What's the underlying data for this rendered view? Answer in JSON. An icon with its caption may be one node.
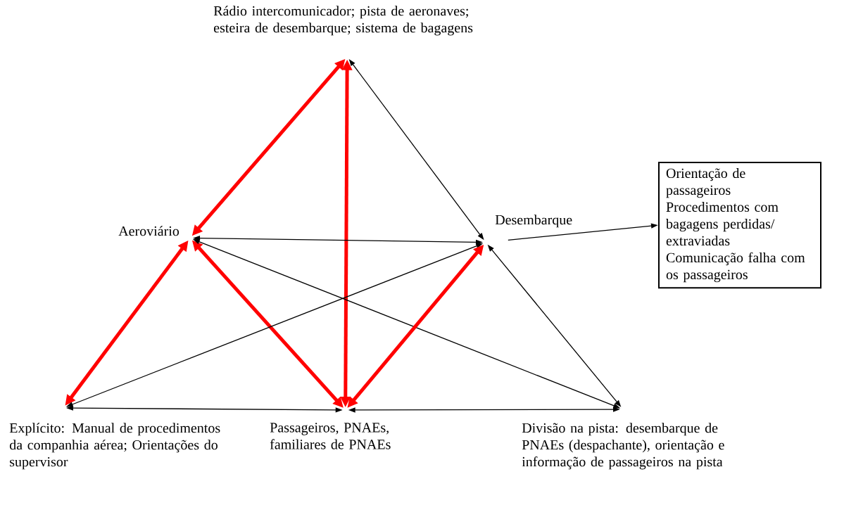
{
  "diagram": {
    "nodes": [
      {
        "text": [
          "Rádio intercomunicador; pista de aeronaves; esteira de desembarque; sistema de bagagens"
        ]
      },
      {
        "text": [
          "Aeroviário"
        ]
      },
      {
        "text": [
          "Desembarque"
        ]
      },
      {
        "text": [
          "Explícito: Manual de procedimentos da companhia aérea; Orientações do supervisor"
        ]
      },
      {
        "text": [
          "Passageiros, PNAEs, familiares de PNAEs"
        ]
      },
      {
        "text": [
          "Divisão na pista: desembarque de PNAEs (despachante), orientação e informação de passageiros na pista"
        ]
      },
      {
        "text": [
          "Orientação de passageiros",
          "Procedimentos com bagagens perdidas/ extraviadas",
          "Comunicação falha com os passageiros"
        ]
      }
    ],
    "edges": [
      {
        "from": 0,
        "to": 1,
        "arrow": "both",
        "style": "thick",
        "color": "#ff0000"
      },
      {
        "from": 0,
        "to": 4,
        "arrow": "both",
        "style": "thick",
        "color": "#ff0000"
      },
      {
        "from": 0,
        "to": 2,
        "arrow": "both"
      },
      {
        "from": 1,
        "to": 2,
        "arrow": "both"
      },
      {
        "from": 1,
        "to": 3,
        "arrow": "both",
        "style": "thick",
        "color": "#ff0000"
      },
      {
        "from": 1,
        "to": 4,
        "arrow": "both",
        "style": "thick",
        "color": "#ff0000"
      },
      {
        "from": 1,
        "to": 5,
        "arrow": "both"
      },
      {
        "from": 2,
        "to": 3,
        "arrow": "both"
      },
      {
        "from": 2,
        "to": 4,
        "arrow": "both",
        "style": "thick",
        "color": "#ff0000"
      },
      {
        "from": 2,
        "to": 5,
        "arrow": "both"
      },
      {
        "from": 3,
        "to": 4,
        "arrow": "both"
      },
      {
        "from": 4,
        "to": 5,
        "arrow": "both"
      },
      {
        "from": 2,
        "to": 6,
        "arrow": "to"
      }
    ]
  }
}
